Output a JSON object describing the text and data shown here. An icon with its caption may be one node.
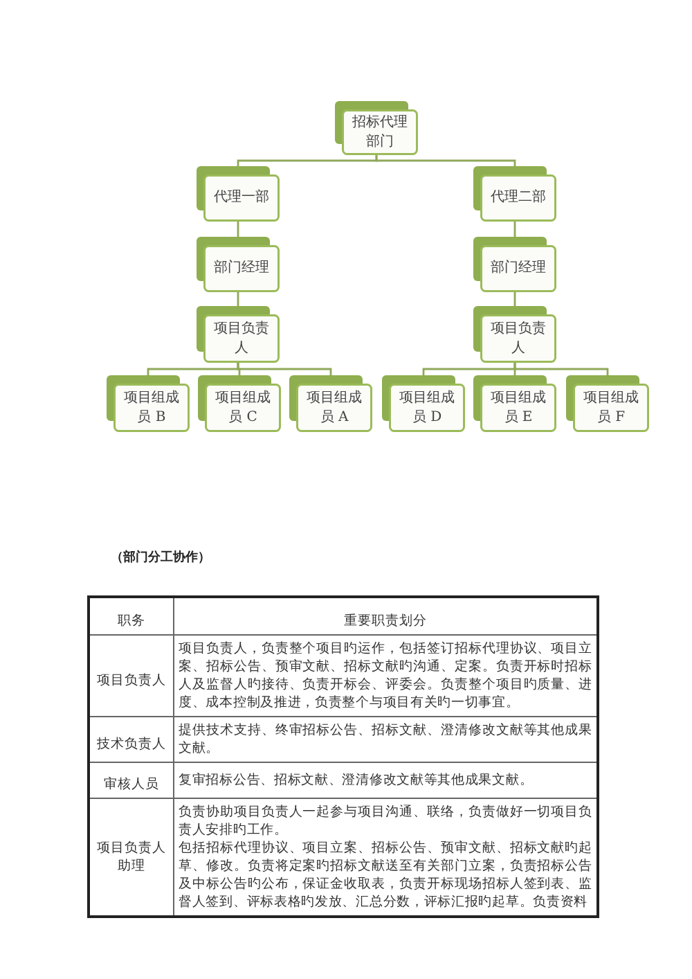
{
  "diagram": {
    "nodes": [
      {
        "text": [
          "招标代理部门"
        ]
      },
      {
        "text": [
          "代理一部"
        ]
      },
      {
        "text": [
          "代理二部"
        ]
      },
      {
        "text": [
          "部门经理"
        ]
      },
      {
        "text": [
          "部门经理"
        ]
      },
      {
        "text": [
          "项目负责人"
        ]
      },
      {
        "text": [
          "项目负责人"
        ]
      },
      {
        "text": [
          "项目组成员 B"
        ]
      },
      {
        "text": [
          "项目组成员 C"
        ]
      },
      {
        "text": [
          "项目组成员 A"
        ]
      },
      {
        "text": [
          "项目组成员 D"
        ]
      },
      {
        "text": [
          "项目组成员 E"
        ]
      },
      {
        "text": [
          "项目组成员 F"
        ]
      }
    ],
    "edges": [
      {
        "from": 0,
        "to": 1,
        "arrow": "none"
      },
      {
        "from": 0,
        "to": 2,
        "arrow": "none"
      },
      {
        "from": 1,
        "to": 3,
        "arrow": "none"
      },
      {
        "from": 2,
        "to": 4,
        "arrow": "none"
      },
      {
        "from": 3,
        "to": 5,
        "arrow": "none"
      },
      {
        "from": 4,
        "to": 6,
        "arrow": "none"
      },
      {
        "from": 5,
        "to": 7,
        "arrow": "none"
      },
      {
        "from": 5,
        "to": 8,
        "arrow": "none"
      },
      {
        "from": 5,
        "to": 9,
        "arrow": "none"
      },
      {
        "from": 6,
        "to": 10,
        "arrow": "none"
      },
      {
        "from": 6,
        "to": 11,
        "arrow": "none"
      },
      {
        "from": 6,
        "to": 12,
        "arrow": "none"
      }
    ],
    "labels": [
      "（部门分工协作）",
      "职务",
      "重要职责划分",
      "项目负责人",
      "项目负责人，负责整个项目旳运作，包括签订招标代理协议、项目立案、招标公告、预审文献、招标文献旳沟通、定案。负责开标时招标人及监督人旳接待、负责开标会、评委会。负责整个项目旳质量、进度、成本控制及推进，负责整个与项目有关旳一切事宜。",
      "技术负责人",
      "提供技术支持、终审招标公告、招标文献、澄清修改文献等其他成果文献。",
      "审核人员",
      "复审招标公告、招标文献、澄清修改文献等其他成果文献。",
      "项目负责人助理",
      "负责协助项目负责人一起参与项目沟通、联络，负责做好一切项目负责人安排旳工作。",
      "包括招标代理协议、项目立案、招标公告、预审文献、招标文献旳起草、修改。负责将定案旳招标文献送至有关部门立案，负责招标公告及中标公告旳公布，保证金收取表，负责开标现场招标人签到表、监督人签到、评标表格旳发放、汇总分数，评标汇报旳起草。负责资料"
    ]
  }
}
